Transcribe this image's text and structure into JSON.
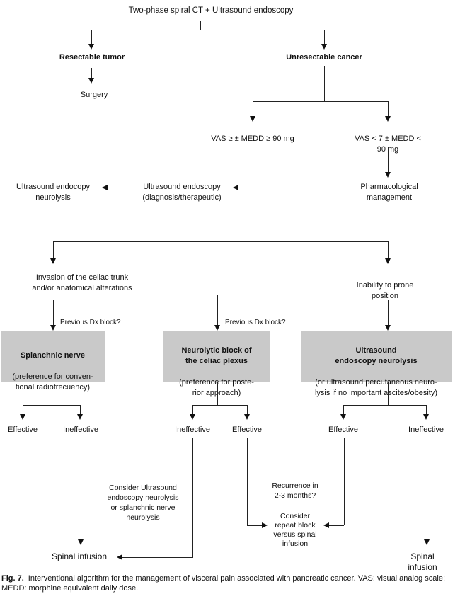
{
  "nodes": {
    "root": "Two-phase spiral CT + Ultrasound endoscopy",
    "resectable": "Resectable tumor",
    "surgery": "Surgery",
    "unresectable": "Unresectable cancer",
    "vas_high": "VAS ≥ ± MEDD ≥ 90 mg",
    "vas_low": "VAS < 7 ± MEDD < 90 mg",
    "ultrasound_neurolysis": "Ultrasound endocopy\nneurolysis",
    "ultrasound_diagnostic": "Ultrasound endoscopy\n(diagnosis/therapeutic)",
    "pharmacological": "Pharmacological\nmanagement",
    "invasion": "Invasion of the celiac trunk\nand/or anatomical alterations",
    "inability": "Inability to prone position",
    "previous_dx_left": "Previous Dx block?",
    "previous_dx_mid": "Previous Dx block?",
    "box_splanchnic_title": "Splanchnic nerve",
    "box_splanchnic_sub": "(preference for conven-\ntional radiofrecuency)",
    "box_neurolytic_title": "Neurolytic block of\nthe celiac plexus",
    "box_neurolytic_sub": "(preference for poste-\nrior approach)",
    "box_ultrasound_title": "Ultrasound\nendoscopy neurolysis",
    "box_ultrasound_sub": "(or ultrasound percutaneous neuro-\nlysis if no important ascites/obesity)",
    "b1_effective": "Effective",
    "b1_ineffective": "Ineffective",
    "b2_ineffective": "Ineffective",
    "b2_effective": "Effective",
    "b3_effective": "Effective",
    "b3_ineffective": "Ineffective",
    "consider_ultrasound": "Consider Ultrasound\nendoscopy neurolysis\nor splanchnic nerve\nneurolysis",
    "recurrence": "Recurrence in\n2-3 months?",
    "consider_repeat": "Consider\nrepeat block\nversus spinal\ninfusion",
    "spinal_left": "Spinal infusion",
    "spinal_right": "Spinal infusion"
  },
  "figure": {
    "caption_label": "Fig. 7.",
    "caption_text": "Interventional algorithm for the management of visceral pain associated with pancreatic cancer. VAS: visual analog scale; MEDD: morphine equivalent daily dose."
  },
  "colors": {
    "box_fill": "#c9c9c9",
    "line": "#222222"
  }
}
